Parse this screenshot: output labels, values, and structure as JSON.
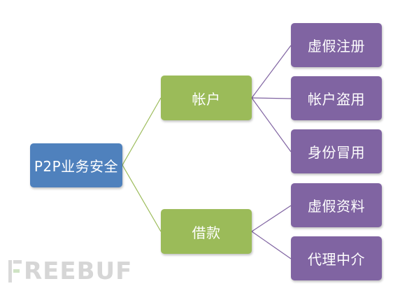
{
  "diagram": {
    "root": {
      "label": "P2P业务安全"
    },
    "branches": [
      {
        "label": "帐户",
        "children": [
          {
            "label": "虚假注册"
          },
          {
            "label": "帐户盗用"
          },
          {
            "label": "身份冒用"
          }
        ]
      },
      {
        "label": "借款",
        "children": [
          {
            "label": "虚假资料"
          },
          {
            "label": "代理中介"
          }
        ]
      }
    ]
  },
  "watermark": {
    "text": "REEBUF"
  },
  "colors": {
    "root_fill": "#4f81bd",
    "level1_fill": "#9bbb59",
    "level2_fill": "#8064a2",
    "connector_level1": "#9bbb59",
    "connector_level2": "#8064a2",
    "watermark": "#d6d6d6"
  }
}
